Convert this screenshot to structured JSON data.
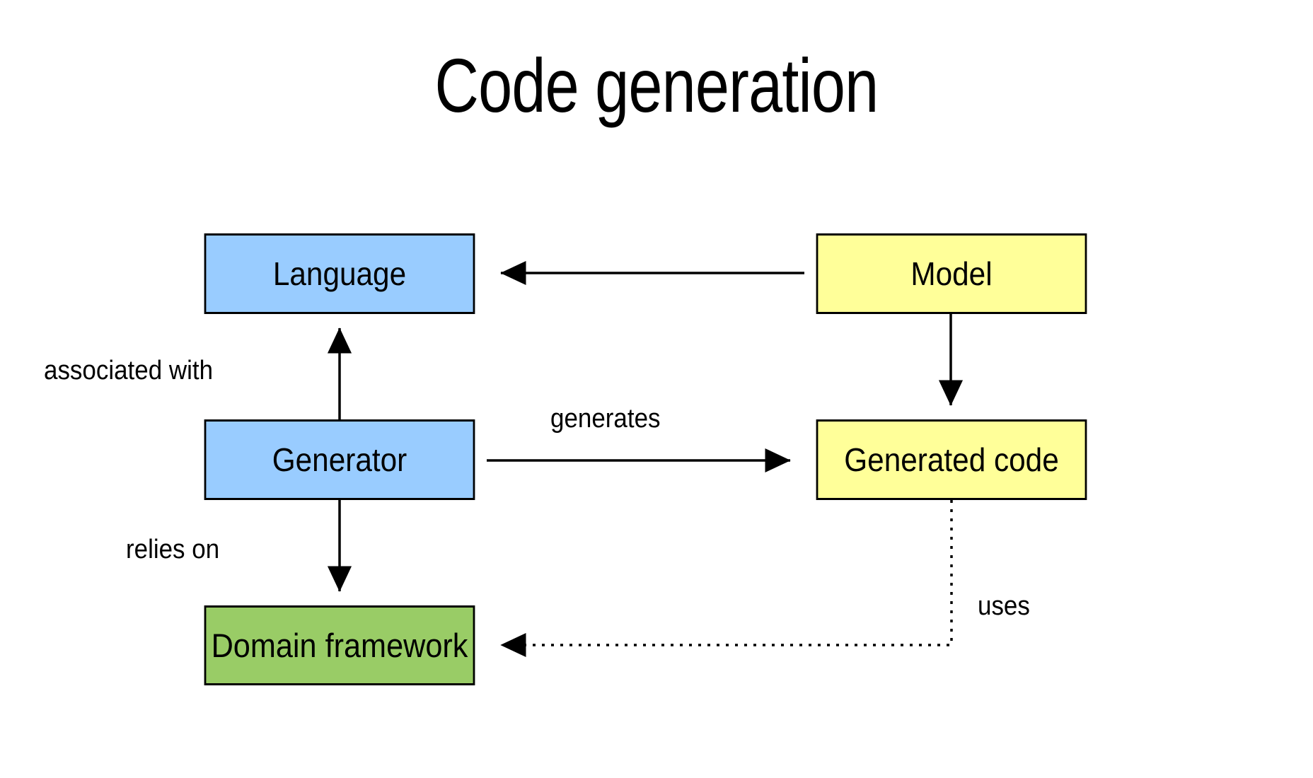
{
  "title": "Code generation",
  "palette": {
    "blue": "#99ccff",
    "yellow": "#ffff99",
    "green": "#99cc66",
    "stroke": "#000000",
    "background": "#ffffff"
  },
  "nodes": [
    {
      "id": "language",
      "label": "Language",
      "color": "#99ccff"
    },
    {
      "id": "model",
      "label": "Model",
      "color": "#ffff99"
    },
    {
      "id": "generator",
      "label": "Generator",
      "color": "#99ccff"
    },
    {
      "id": "generated_code",
      "label": "Generated code",
      "color": "#ffff99"
    },
    {
      "id": "domain_framework",
      "label": "Domain framework",
      "color": "#99cc66"
    }
  ],
  "edges": [
    {
      "id": "model_to_language",
      "from": "model",
      "to": "language",
      "label": "",
      "style": "solid"
    },
    {
      "id": "generator_to_language",
      "from": "generator",
      "to": "language",
      "label": "associated with",
      "style": "solid"
    },
    {
      "id": "model_to_generated_code",
      "from": "model",
      "to": "generated_code",
      "label": "",
      "style": "solid"
    },
    {
      "id": "generator_to_generated_code",
      "from": "generator",
      "to": "generated_code",
      "label": "generates",
      "style": "solid"
    },
    {
      "id": "generator_to_domain_framework",
      "from": "generator",
      "to": "domain_framework",
      "label": "relies on",
      "style": "solid"
    },
    {
      "id": "generated_code_to_domain_framework",
      "from": "generated_code",
      "to": "domain_framework",
      "label": "uses",
      "style": "dotted"
    }
  ],
  "edge_labels": {
    "associated_with": "associated with",
    "generates": "generates",
    "relies_on": "relies on",
    "uses": "uses"
  }
}
